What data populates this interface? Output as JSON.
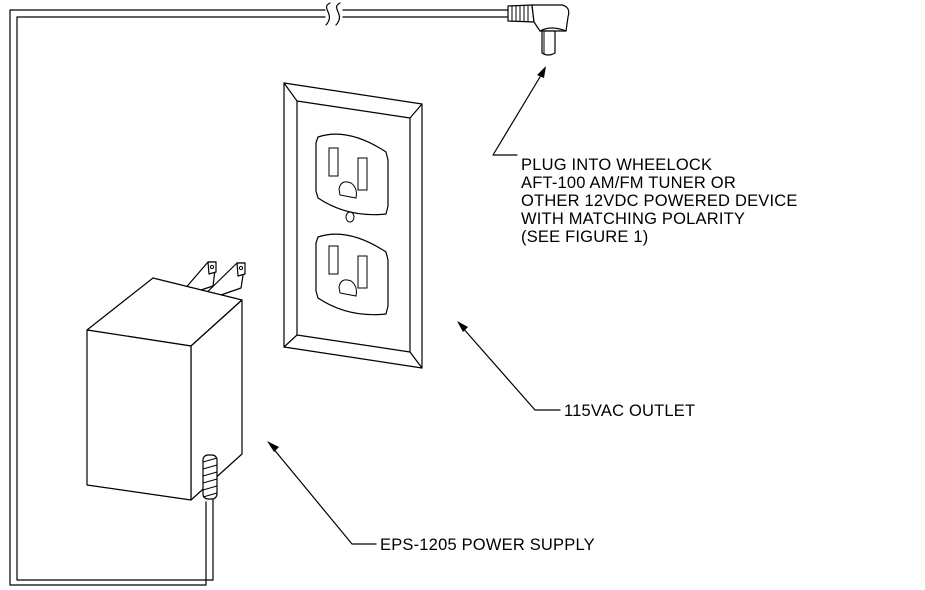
{
  "labels": {
    "plug": [
      "PLUG INTO WHEELOCK",
      "AFT-100 AM/FM TUNER OR",
      "OTHER 12VDC POWERED DEVICE",
      "WITH MATCHING POLARITY",
      "(SEE FIGURE 1)"
    ],
    "outlet": "115VAC OUTLET",
    "power_supply": "EPS-1205 POWER SUPPLY"
  }
}
